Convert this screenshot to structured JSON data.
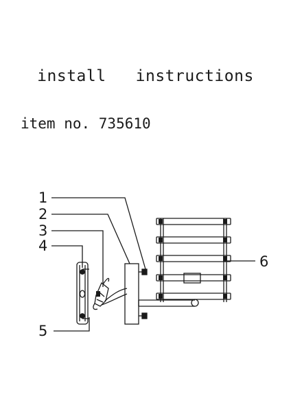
{
  "header": {
    "title": "install   instructions",
    "item_number": "item no. 735610"
  },
  "callouts": [
    "1",
    "2",
    "3",
    "4",
    "5",
    "6"
  ]
}
